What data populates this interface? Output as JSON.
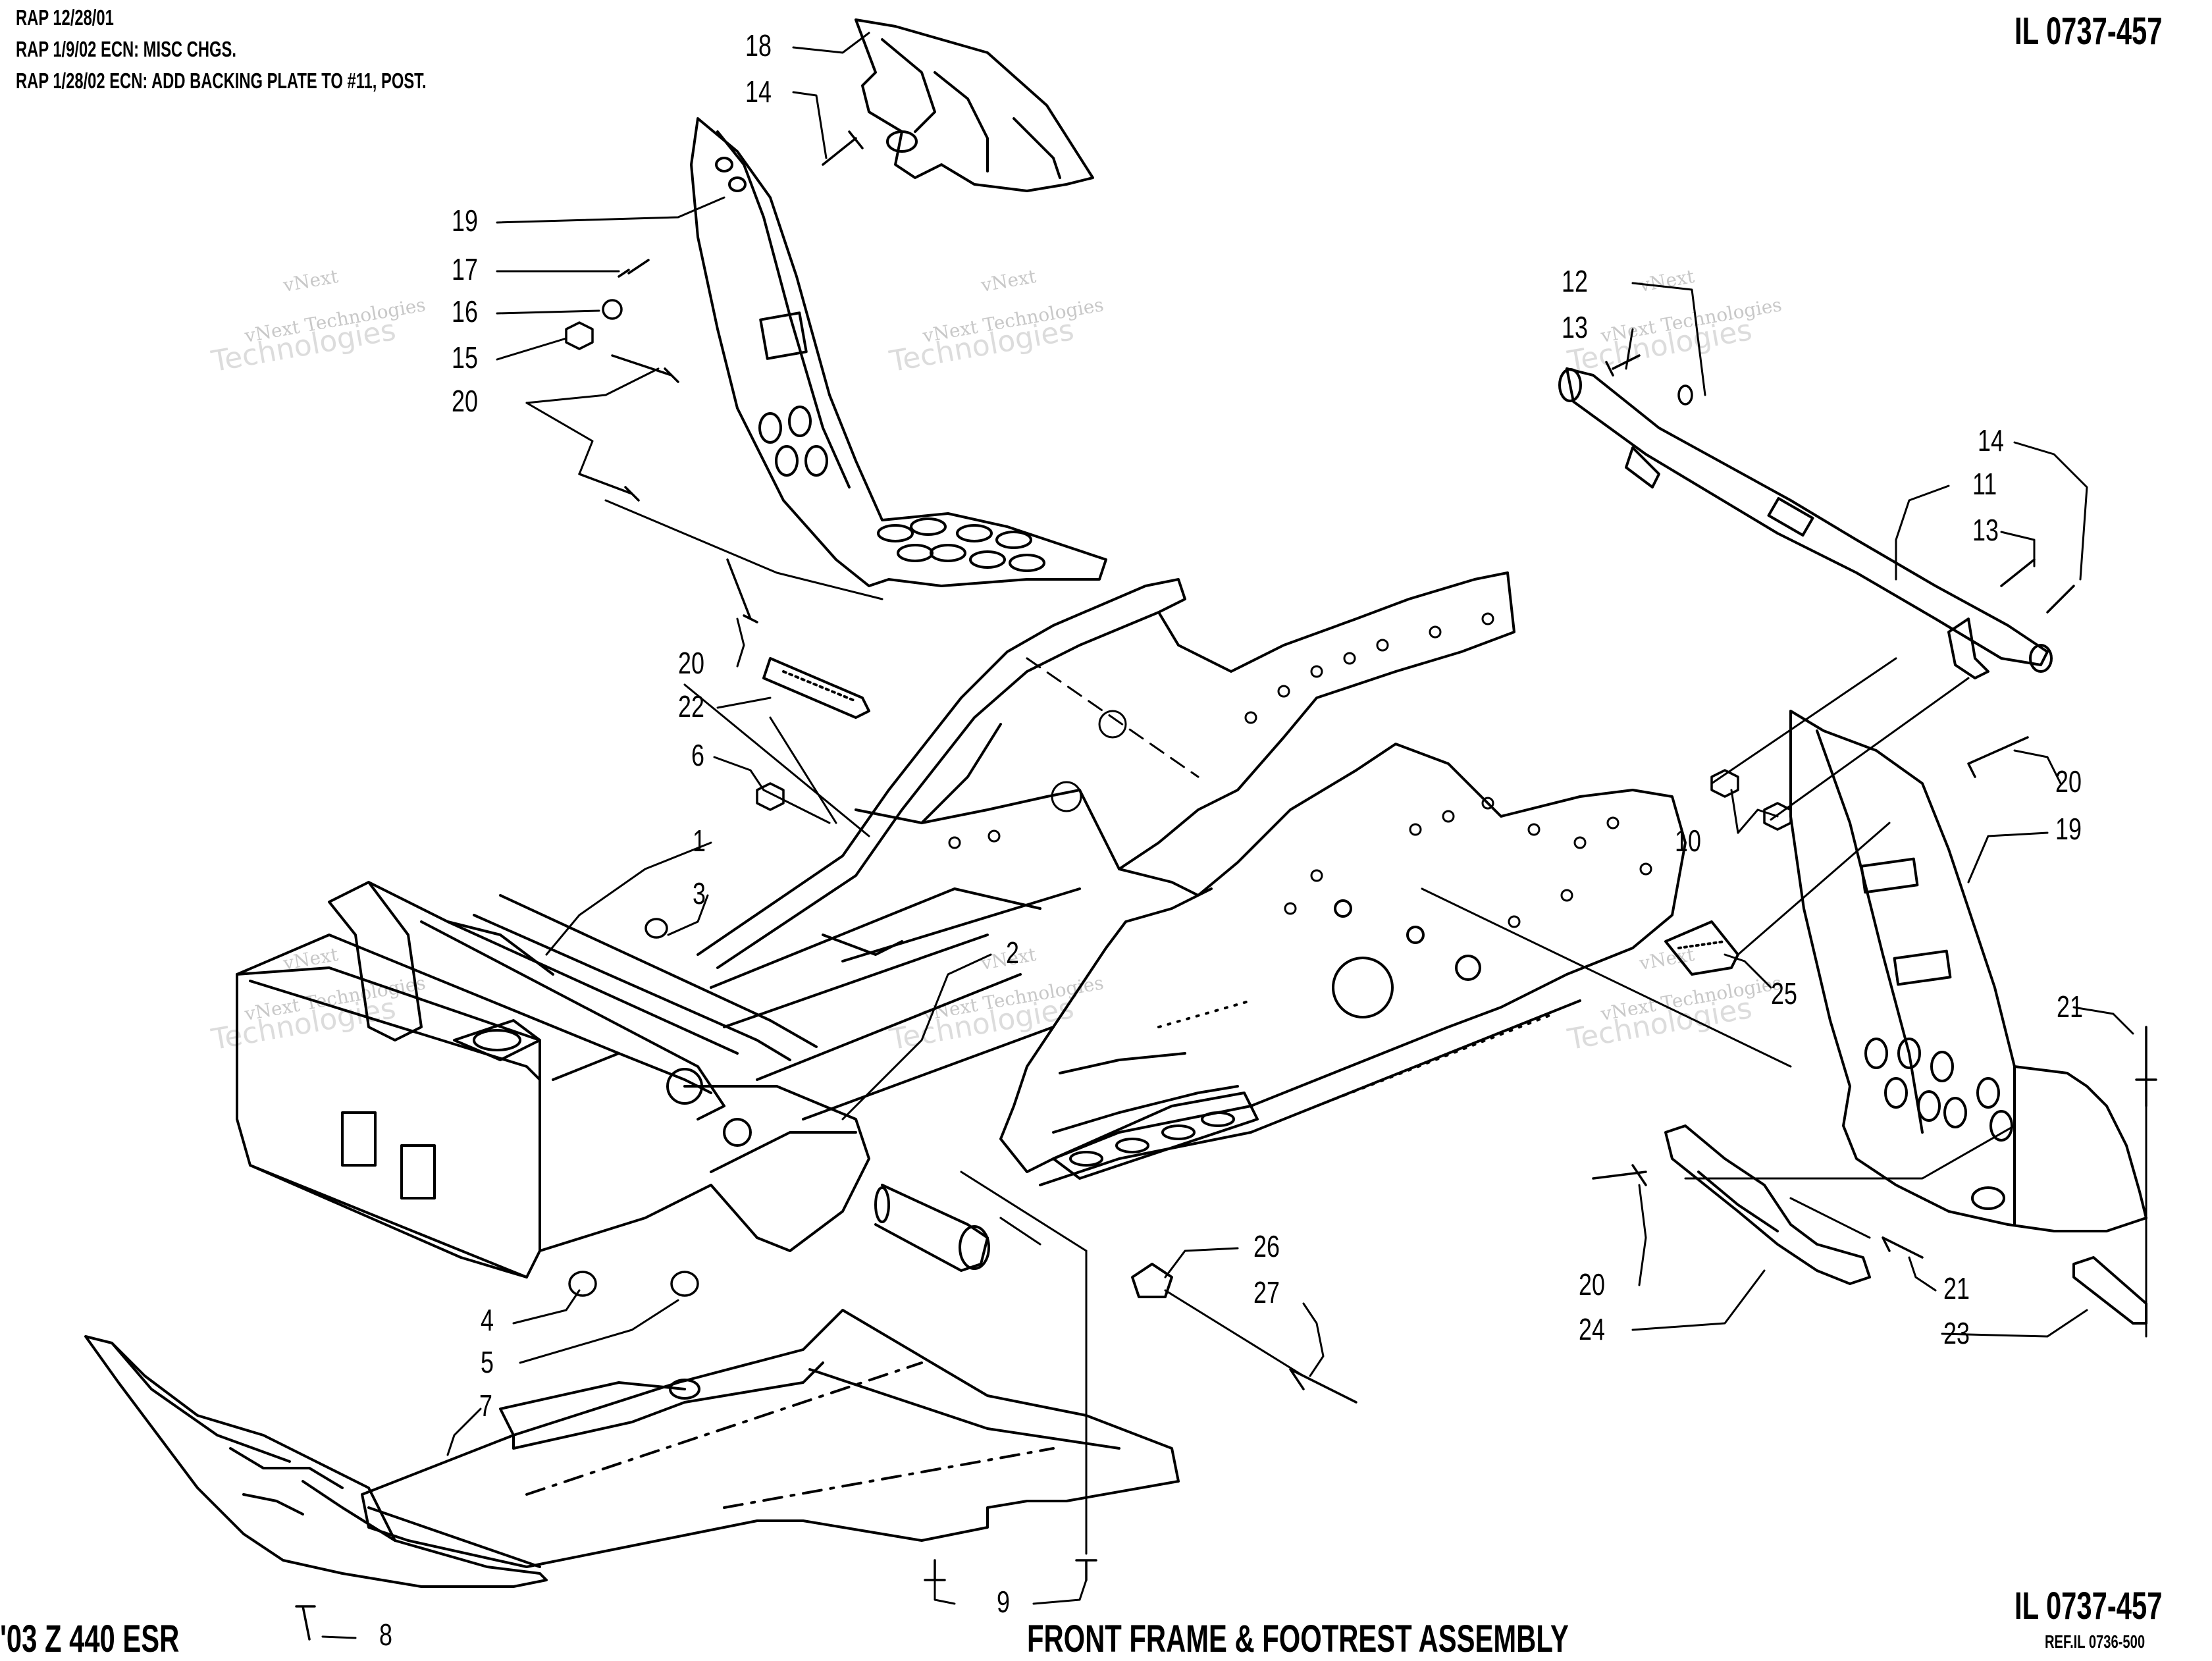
{
  "revision_notes": [
    "RAP 12/28/01",
    "RAP 1/9/02 ECN: MISC CHGS.",
    "RAP 1/28/02 ECN: ADD BACKING PLATE TO #11, POST."
  ],
  "illustration_number_top": "IL 0737-457",
  "illustration_number_bottom": "IL 0737-457",
  "reference_illustration": "REF.IL 0736-500",
  "model_label": "'03 Z 440 ESR",
  "assembly_title": "FRONT FRAME & FOOTREST ASSEMBLY",
  "watermark": {
    "line1": "vNext",
    "line2": "vNext Technologies",
    "line3": "Technologies"
  },
  "callouts": {
    "c18": "18",
    "c14a": "14",
    "c19a": "19",
    "c17": "17",
    "c16": "16",
    "c15": "15",
    "c20a": "20",
    "c20b": "20",
    "c22": "22",
    "c6": "6",
    "c1": "1",
    "c3": "3",
    "c2": "2",
    "c4": "4",
    "c5": "5",
    "c7": "7",
    "c8": "8",
    "c9": "9",
    "c26": "26",
    "c27": "27",
    "c12": "12",
    "c13a": "13",
    "c14b": "14",
    "c11": "11",
    "c13b": "13",
    "c10": "10",
    "c20c": "20",
    "c19b": "19",
    "c25": "25",
    "c21a": "21",
    "c20d": "20",
    "c24": "24",
    "c21b": "21",
    "c23": "23"
  }
}
